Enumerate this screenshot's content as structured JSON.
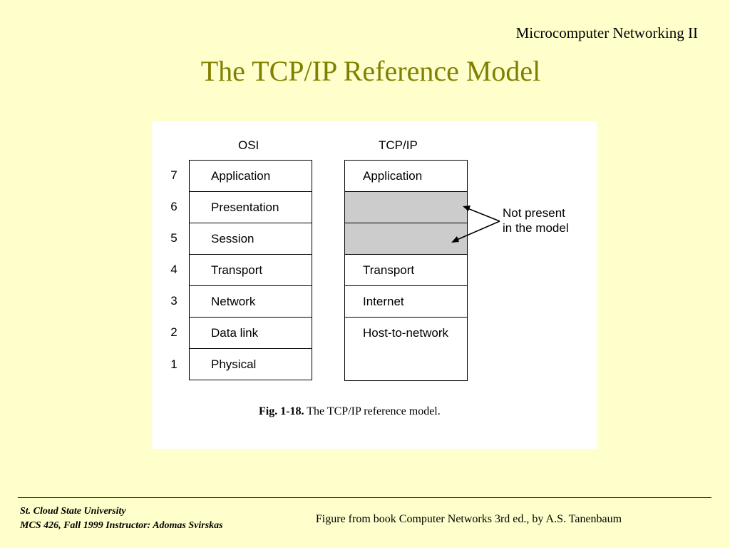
{
  "header": {
    "course_name": "Microcomputer Networking II",
    "title": "The TCP/IP Reference Model"
  },
  "figure": {
    "osi_heading": "OSI",
    "tcpip_heading": "TCP/IP",
    "layer_numbers": [
      "7",
      "6",
      "5",
      "4",
      "3",
      "2",
      "1"
    ],
    "osi_layers": [
      "Application",
      "Presentation",
      "Session",
      "Transport",
      "Network",
      "Data link",
      "Physical"
    ],
    "tcpip_layers": {
      "application": "Application",
      "transport": "Transport",
      "internet": "Internet",
      "host_to_network": "Host-to-network"
    },
    "annotation_line1": "Not present",
    "annotation_line2": "in the model",
    "caption_label": "Fig.  1-18.",
    "caption_text": " The TCP/IP reference model.",
    "absent_layer_fill": "#cccccc"
  },
  "footer": {
    "university": "St. Cloud State University",
    "course_info": "MCS 426, Fall 1999  Instructor: Adomas Svirskas",
    "source": "Figure from book Computer Networks 3rd ed., by A.S. Tanenbaum"
  },
  "colors": {
    "background": "#ffffcc",
    "title": "#808000"
  }
}
